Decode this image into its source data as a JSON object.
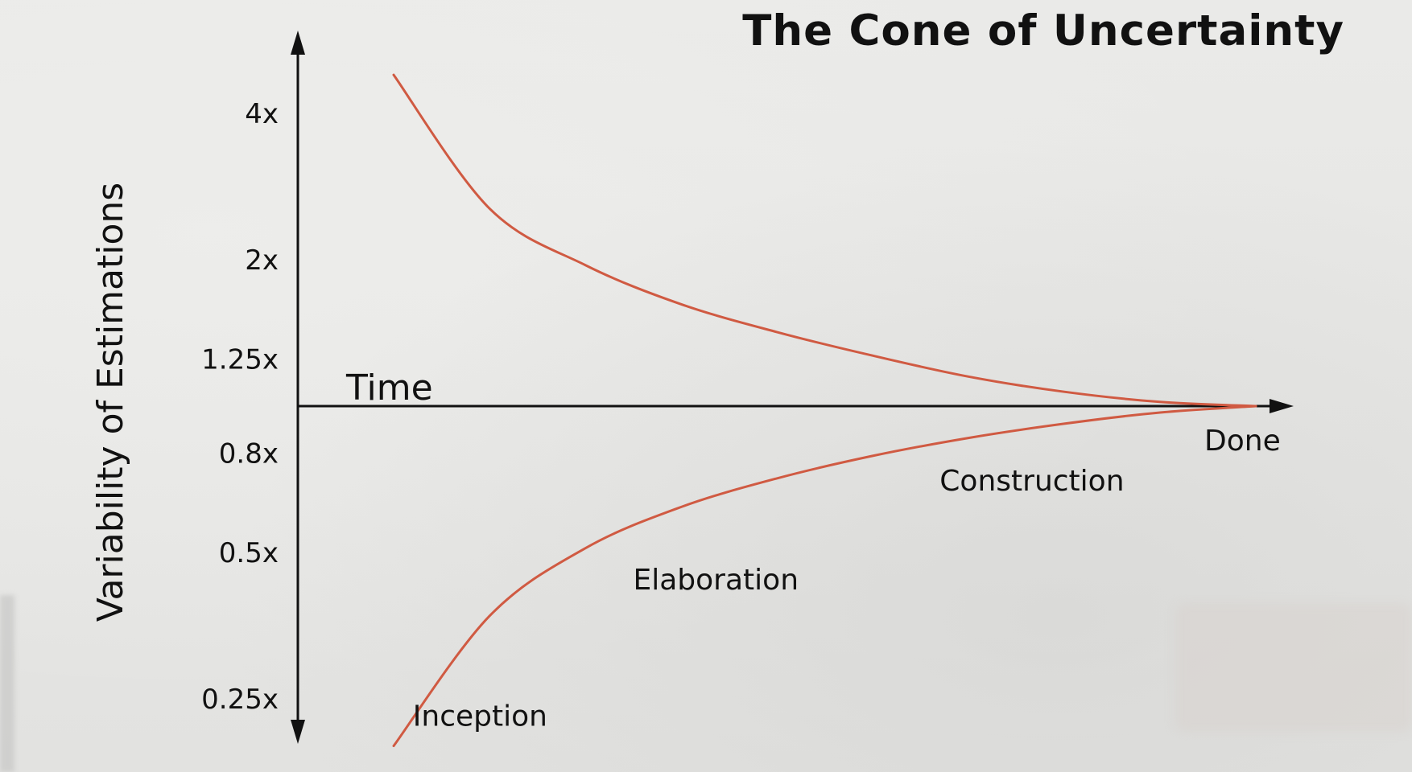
{
  "chart_data": {
    "type": "line",
    "title": "The Cone of Uncertainty",
    "xlabel": "Time",
    "ylabel": "Variability of Estimations",
    "y_scale": "log",
    "grid": false,
    "yticks": [
      {
        "value": 4,
        "label": "4x"
      },
      {
        "value": 2,
        "label": "2x"
      },
      {
        "value": 1.25,
        "label": "1.25x"
      },
      {
        "value": 0.8,
        "label": "0.8x"
      },
      {
        "value": 0.5,
        "label": "0.5x"
      },
      {
        "value": 0.25,
        "label": "0.25x"
      }
    ],
    "x_endpoint_label": "Done",
    "phases": [
      {
        "label": "Inception",
        "x": 0.12,
        "y": 0.22
      },
      {
        "label": "Elaboration",
        "x": 0.35,
        "y": 0.42
      },
      {
        "label": "Construction",
        "x": 0.67,
        "y": 0.67
      }
    ],
    "series": [
      {
        "x": [
          0.1,
          0.2,
          0.3,
          0.4,
          0.5,
          0.6,
          0.7,
          0.8,
          0.9,
          1.0
        ],
        "values": [
          4.8,
          2.55,
          1.95,
          1.62,
          1.42,
          1.27,
          1.15,
          1.07,
          1.02,
          1.0
        ]
      },
      {
        "x": [
          0.1,
          0.2,
          0.3,
          0.4,
          0.5,
          0.6,
          0.7,
          0.8,
          0.9,
          1.0
        ],
        "values": [
          0.2,
          0.37,
          0.51,
          0.62,
          0.71,
          0.79,
          0.86,
          0.92,
          0.97,
          1.0
        ]
      }
    ],
    "colors": {
      "curve": "#d05a42",
      "axis": "#111111",
      "text": "#111111"
    }
  }
}
